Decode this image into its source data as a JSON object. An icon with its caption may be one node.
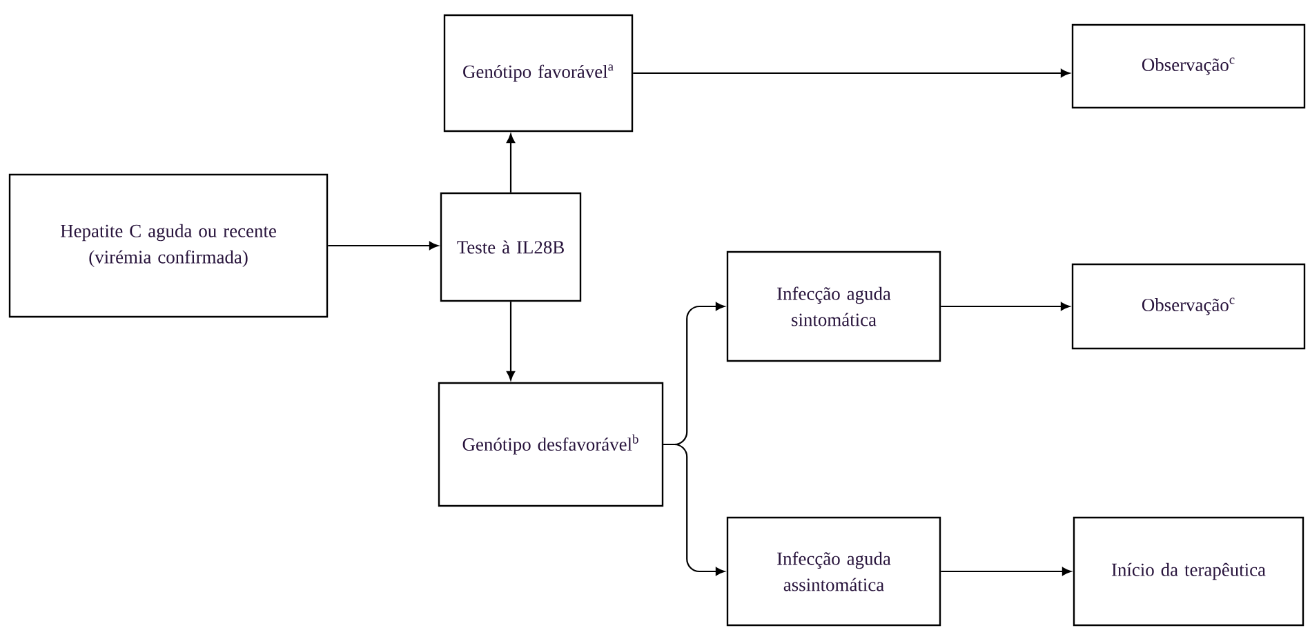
{
  "diagram": {
    "nodes": [
      {
        "text": [
          "Hepatite C aguda ou recente (virémia confirmada)"
        ]
      },
      {
        "text": [
          "Teste à IL28B"
        ]
      },
      {
        "text": [
          "Genótipo favorável$^{a}$"
        ]
      },
      {
        "text": [
          "Observação$^{c}$"
        ]
      },
      {
        "text": [
          "Genótipo desfavorável$^{b}$"
        ]
      },
      {
        "text": [
          "Infecção aguda sintomática"
        ]
      },
      {
        "text": [
          "Observação$^{c}$"
        ]
      },
      {
        "text": [
          "Infecção aguda assintomática"
        ]
      },
      {
        "text": [
          "Início da terapêutica"
        ]
      }
    ],
    "edges": [
      {
        "from": 0,
        "to": 1,
        "arrow": "to"
      },
      {
        "from": 1,
        "to": 2,
        "arrow": "to"
      },
      {
        "from": 2,
        "to": 3,
        "arrow": "to"
      },
      {
        "from": 1,
        "to": 4,
        "arrow": "to"
      },
      {
        "from": 4,
        "to": 5,
        "arrow": "to"
      },
      {
        "from": 4,
        "to": 7,
        "arrow": "to"
      },
      {
        "from": 5,
        "to": 6,
        "arrow": "to"
      },
      {
        "from": 7,
        "to": 8,
        "arrow": "to"
      }
    ]
  }
}
